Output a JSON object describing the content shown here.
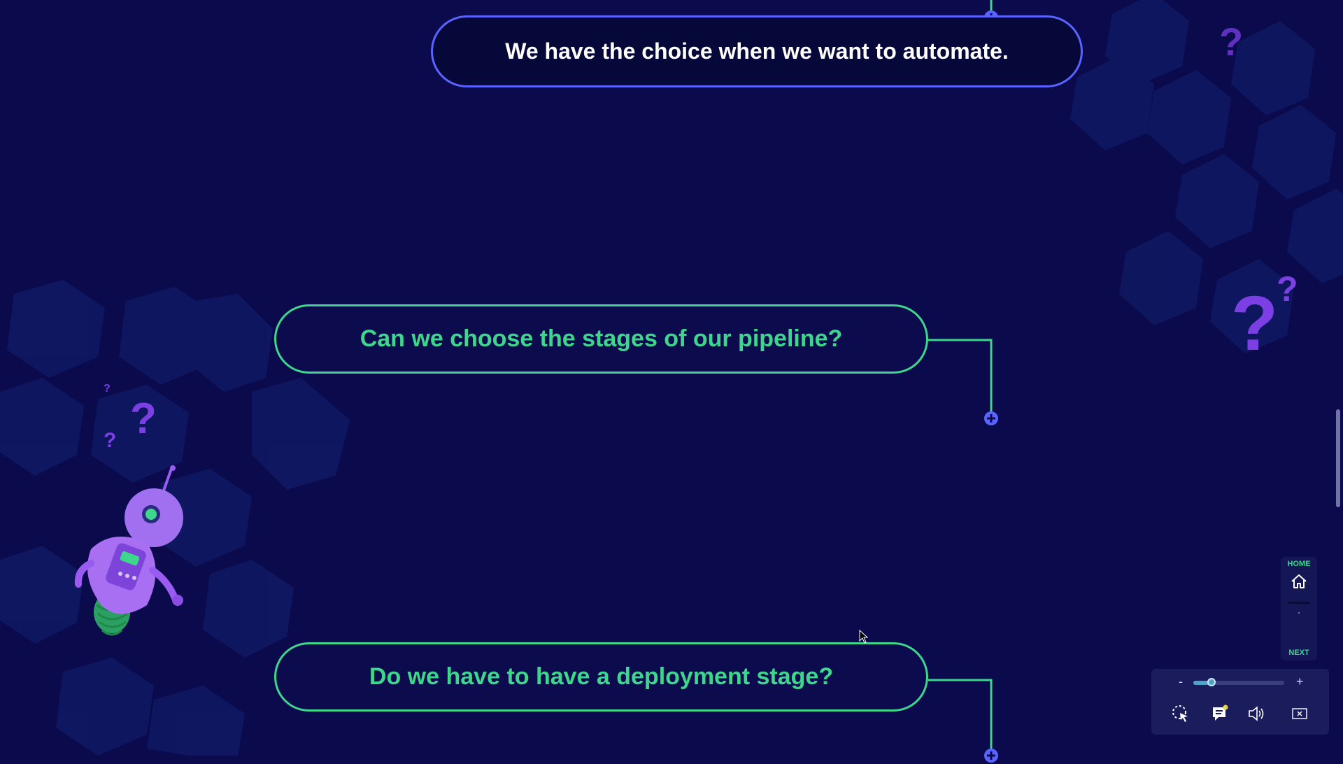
{
  "colors": {
    "background": "#0a0a4d",
    "accent_green": "#3ed68c",
    "accent_blue": "#5a63ff",
    "accent_purple": "#7b3fe4"
  },
  "nodes": {
    "statement": "We have the choice when we want to automate.",
    "question_1": "Can we choose the stages of our pipeline?",
    "question_2": "Do we have to have a deployment stage?"
  },
  "nav": {
    "home_label": "HOME",
    "next_label": "NEXT",
    "home_icon": "home-icon"
  },
  "controls": {
    "zoom_minus": "-",
    "zoom_plus": "+",
    "zoom_level": 0.17,
    "icons": [
      "pointer-icon",
      "captions-icon",
      "volume-icon",
      "close-icon"
    ]
  },
  "decor": {
    "question_mark": "?",
    "mascot": "robot-mascot"
  }
}
